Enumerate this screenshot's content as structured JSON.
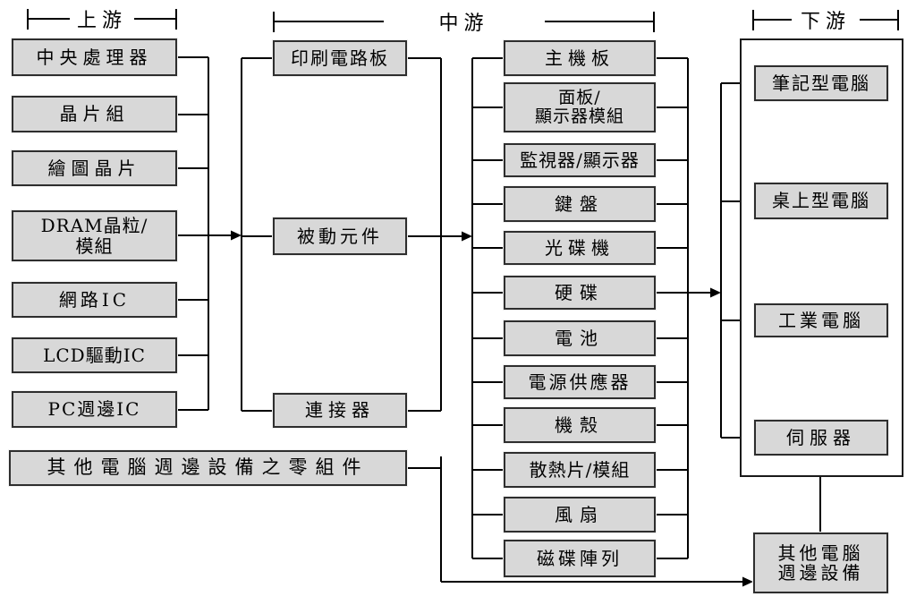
{
  "sections": {
    "upstream": {
      "label": "上游",
      "boxes": [
        {
          "label": "中央處理器"
        },
        {
          "label": "晶片組"
        },
        {
          "label": "繪圖晶片"
        },
        {
          "label": "DRAM晶粒/\n模組"
        },
        {
          "label": "網路IC"
        },
        {
          "label": "LCD驅動IC"
        },
        {
          "label": "PC週邊IC"
        }
      ],
      "other_components_label": "其他電腦週邊設備之零組件"
    },
    "midstream": {
      "label": "中游",
      "component_boxes": [
        {
          "label": "印刷電路板"
        },
        {
          "label": "被動元件"
        },
        {
          "label": "連接器"
        }
      ],
      "parts_boxes": [
        {
          "label": "主機板"
        },
        {
          "label": "面板/\n顯示器模組"
        },
        {
          "label": "監視器/顯示器"
        },
        {
          "label": "鍵盤"
        },
        {
          "label": "光碟機"
        },
        {
          "label": "硬碟"
        },
        {
          "label": "電池"
        },
        {
          "label": "電源供應器"
        },
        {
          "label": "機殼"
        },
        {
          "label": "散熱片/模組"
        },
        {
          "label": "風扇"
        },
        {
          "label": "磁碟陣列"
        }
      ]
    },
    "downstream": {
      "label": "下游",
      "computer_boxes": [
        {
          "label": "筆記型電腦"
        },
        {
          "label": "桌上型電腦"
        },
        {
          "label": "工業電腦"
        },
        {
          "label": "伺服器"
        }
      ],
      "peripherals_label": "其他電腦\n週邊設備"
    }
  },
  "colors": {
    "box_fill": "#d8d8d8",
    "box_border": "#2e2e2e",
    "line": "#000000",
    "background": "#ffffff"
  }
}
